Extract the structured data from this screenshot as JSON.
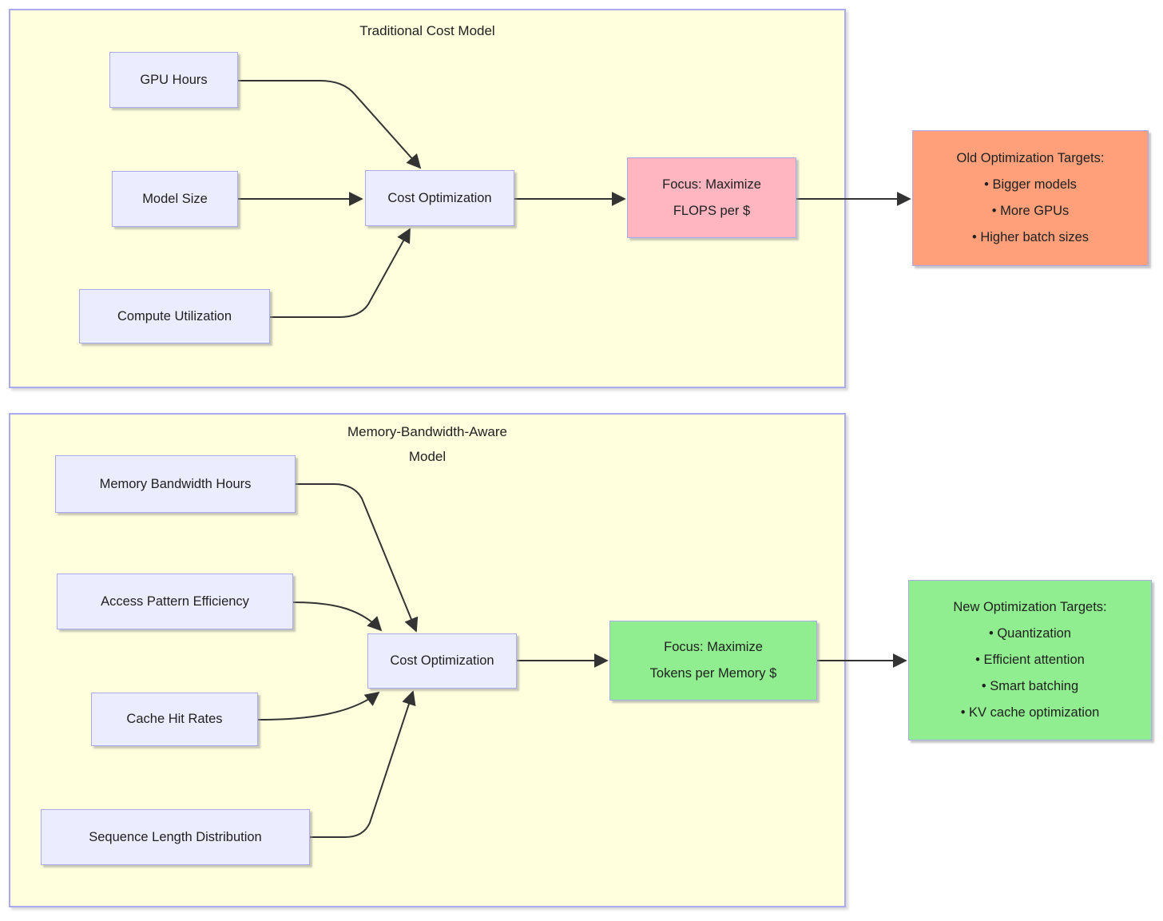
{
  "colors": {
    "panel_background": "#ffffde",
    "panel_border": "#aaaaee",
    "node_background": "#ececff",
    "node_border": "#aaaaee",
    "focus_old_background": "#ffb6c1",
    "targets_old_background": "#ffa07a",
    "focus_new_background": "#90ee90",
    "targets_new_background": "#90ee90",
    "arrow": "#333333",
    "text": "#1f1f1f"
  },
  "top": {
    "title": "Traditional Cost Model",
    "inputs": {
      "gpu_hours": "GPU Hours",
      "model_size": "Model Size",
      "compute_utilization": "Compute Utilization"
    },
    "process": "Cost Optimization",
    "focus_line1": "Focus: Maximize",
    "focus_line2": "FLOPS per $",
    "targets_title": "Old Optimization Targets:",
    "targets_items": [
      "• Bigger models",
      "• More GPUs",
      "• Higher batch sizes"
    ]
  },
  "bottom": {
    "title_line1": "Memory-Bandwidth-Aware",
    "title_line2": "Model",
    "inputs": {
      "memory_bandwidth_hours": "Memory Bandwidth Hours",
      "access_pattern_efficiency": "Access Pattern Efficiency",
      "cache_hit_rates": "Cache Hit Rates",
      "sequence_length_distribution": "Sequence Length Distribution"
    },
    "process": "Cost Optimization",
    "focus_line1": "Focus: Maximize",
    "focus_line2": "Tokens per Memory $",
    "targets_title": "New Optimization Targets:",
    "targets_items": [
      "• Quantization",
      "• Efficient attention",
      "• Smart batching",
      "• KV cache optimization"
    ]
  }
}
